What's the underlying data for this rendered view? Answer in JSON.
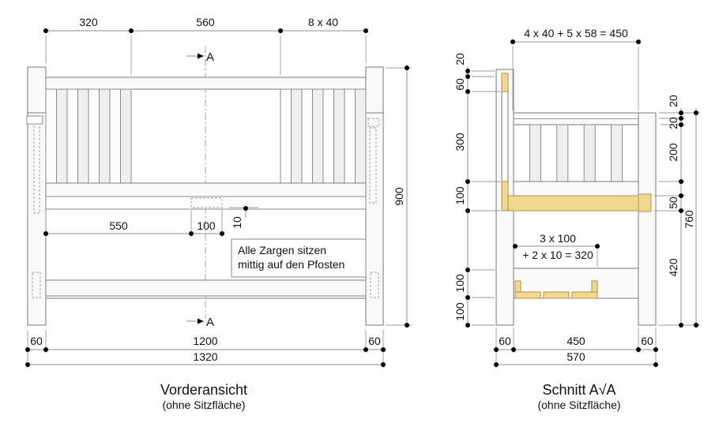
{
  "front_view": {
    "caption": "Vorderansicht",
    "subcaption": "(ohne Sitzfläche)",
    "section_label": "A",
    "note": {
      "line1": "Alle Zargen sitzen",
      "line2": "mittig auf den Pfosten"
    },
    "dims": {
      "top_left": "320",
      "top_mid": "560",
      "top_right": "8 x 40",
      "height": "900",
      "apron_left": "550",
      "apron_tenon": "100",
      "apron_offset": "10",
      "bottom_post_left": "60",
      "bottom_span": "1200",
      "bottom_post_right": "60",
      "bottom_total": "1320"
    }
  },
  "section_view": {
    "caption": "Schnitt A√A",
    "subcaption": "(ohne Sitzfläche)",
    "dims": {
      "top": "4 x 40 + 5 x 58 = 450",
      "shelf_line1": "3 x 100",
      "shelf_line2": "+ 2 x 10 = 320",
      "left": {
        "d20": "20",
        "d60": "60",
        "d300": "300",
        "d100a": "100",
        "d100b": "100",
        "d100c": "100"
      },
      "right": {
        "d20a": "20",
        "d20b": "20",
        "d200": "200",
        "d50": "50",
        "d420": "420",
        "d760": "760"
      },
      "bottom_post_left": "60",
      "bottom_span": "450",
      "bottom_post_right": "60",
      "bottom_total": "570"
    }
  },
  "colors": {
    "cut_fill": "#f2d88f",
    "line": "#7a7a7a",
    "text": "#111111"
  }
}
